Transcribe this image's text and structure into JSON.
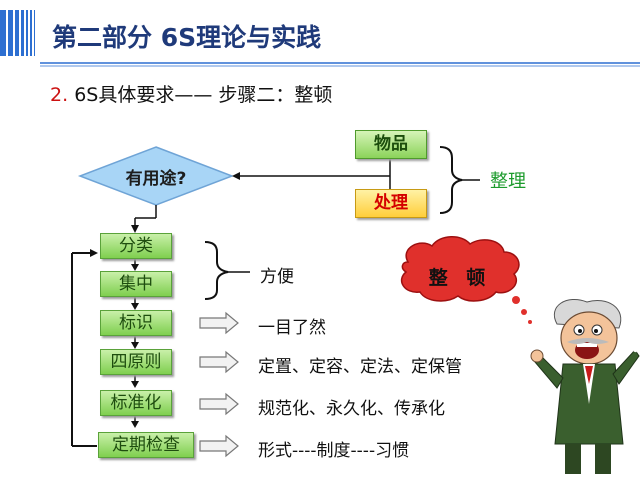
{
  "header": {
    "title": "第二部分   6S理论与实践",
    "subtitle_number": "2.",
    "subtitle_text": "6S具体要求——  步骤二：整顿"
  },
  "decision": {
    "question": "有用途?",
    "items_box": "物品",
    "handle_box": "处理",
    "brace_label": "整理"
  },
  "steps": [
    {
      "label": "分类"
    },
    {
      "label": "集中"
    },
    {
      "label": "标识"
    },
    {
      "label": "四原则"
    },
    {
      "label": "标准化"
    },
    {
      "label": "定期检查"
    }
  ],
  "descriptions": {
    "fangbian": "方便",
    "yimuliaoran": "一目了然",
    "four_rules": "定置、定容、定法、定保管",
    "standard": "规范化、永久化、传承化",
    "check": "形式----制度----习惯"
  },
  "cloud": {
    "text": "整 顿"
  },
  "colors": {
    "title": "#1f3a7a",
    "subtitle_number": "#cc1111",
    "step_green": "#7fcf4f",
    "handle_yellow": "#ffce3a",
    "diamond_blue": "#9fd0f5",
    "cloud_red": "#e0302c",
    "zhengli_green": "#1c9b2c"
  }
}
